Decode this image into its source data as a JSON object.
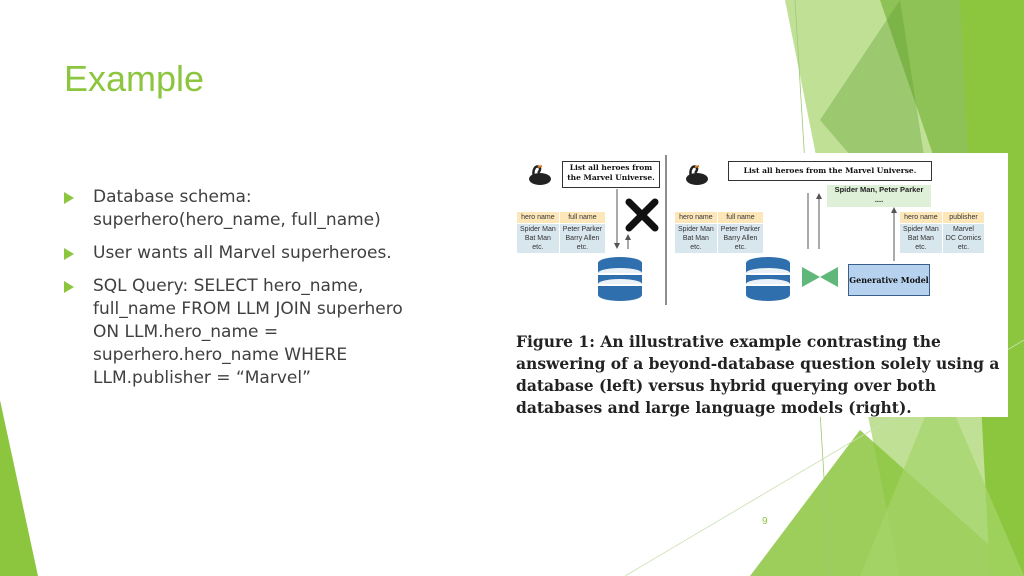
{
  "slide": {
    "title": "Example",
    "page_number": "9"
  },
  "bullets": [
    "Database schema: superhero(hero_name, full_name)",
    "User wants all Marvel superheroes.",
    "SQL Query: SELECT hero_name, full_name FROM LLM JOIN superhero ON LLM.hero_name = superhero.hero_name WHERE LLM.publisher = “Marvel”"
  ],
  "figure": {
    "left_question": "List all heroes from the Marvel Universe.",
    "right_question": "List all heroes from the Marvel Universe.",
    "right_answer_line1": "Spider Man, Peter Parker",
    "right_answer_line2": "....",
    "left_table": {
      "headers": [
        "hero name",
        "full name"
      ],
      "rows": [
        [
          "Spider Man",
          "Peter Parker"
        ],
        [
          "Bat Man",
          "Barry Allen"
        ],
        [
          "etc.",
          "etc."
        ]
      ]
    },
    "mid_table": {
      "headers": [
        "hero name",
        "full name"
      ],
      "rows": [
        [
          "Spider Man",
          "Peter Parker"
        ],
        [
          "Bat Man",
          "Barry Allen"
        ],
        [
          "etc.",
          "etc."
        ]
      ]
    },
    "right_table": {
      "headers": [
        "hero name",
        "publisher"
      ],
      "rows": [
        [
          "Spider Man",
          "Marvel"
        ],
        [
          "Bat Man",
          "DC Comics"
        ],
        [
          "etc.",
          "etc."
        ]
      ]
    },
    "generative_model_label": "Generative Model",
    "caption_label": "Figure 1:",
    "caption_text": " An illustrative example contrasting the answering of a beyond-database question solely using a database (left) versus hybrid querying over both databases and large language models (right)."
  },
  "colors": {
    "accent_green": "#8cc63f",
    "dark_green": "#5a9a2a",
    "table_header": "#fde6b8",
    "table_cell": "#d8e6ee",
    "db_blue": "#2f6fad",
    "bowtie_green": "#5fb87a"
  }
}
